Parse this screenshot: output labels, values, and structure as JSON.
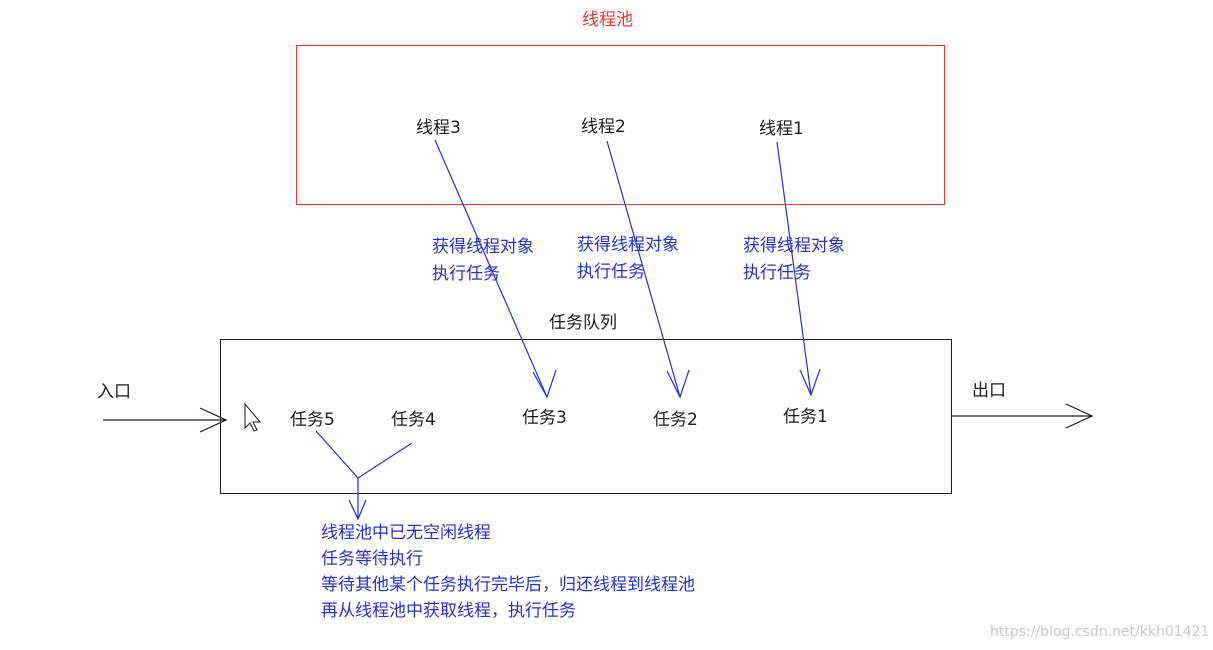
{
  "pool": {
    "title": "线程池",
    "threads": [
      "线程3",
      "线程2",
      "线程1"
    ]
  },
  "steps": [
    [
      "获得线程对象",
      "执行任务"
    ],
    [
      "获得线程对象",
      "执行任务"
    ],
    [
      "获得线程对象",
      "执行任务"
    ]
  ],
  "queue": {
    "title": "任务队列",
    "tasks": [
      "任务5",
      "任务4",
      "任务3",
      "任务2",
      "任务1"
    ]
  },
  "entry_label": "入口",
  "exit_label": "出口",
  "note_lines": [
    "线程池中已无空闲线程",
    "任务等待执行",
    "等待其他某个任务执行完毕后，归还线程到线程池",
    "再从线程池中获取线程，执行任务"
  ],
  "watermark": "https://blog.csdn.net/kkh01421",
  "colors": {
    "pool_border": "#e53935",
    "pool_title": "#e53935",
    "arrow": "#2233cc",
    "step_text": "#2233cc",
    "queue_border": "#1a1a1a"
  }
}
